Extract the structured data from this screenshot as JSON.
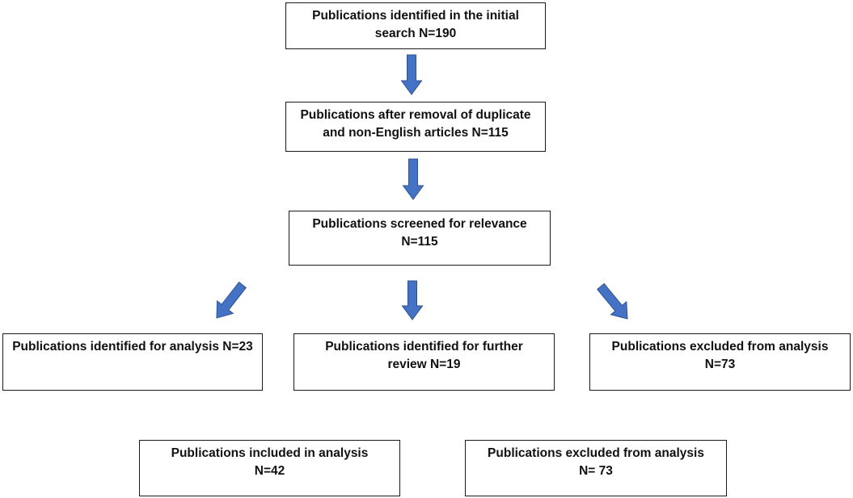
{
  "flow": {
    "initial_search": [
      "Publications identified in the initial",
      "search N=190"
    ],
    "after_dedup": [
      "Publications after removal of duplicate",
      "and non-English articles N=115"
    ],
    "screened": [
      "Publications screened for relevance",
      "N=115"
    ],
    "for_analysis": [
      "Publications identified for analysis N=23"
    ],
    "further_review": [
      "Publications identified for further",
      "review N=19"
    ],
    "excluded_first": [
      "Publications excluded from analysis",
      "N=73"
    ],
    "included": [
      "Publications included in analysis",
      "N=42"
    ],
    "excluded_final": [
      "Publications excluded from analysis",
      "N= 73"
    ]
  },
  "colors": {
    "arrow_fill": "#4472c4",
    "arrow_stroke": "#2f528f",
    "box_border": "#1a1a1a"
  }
}
